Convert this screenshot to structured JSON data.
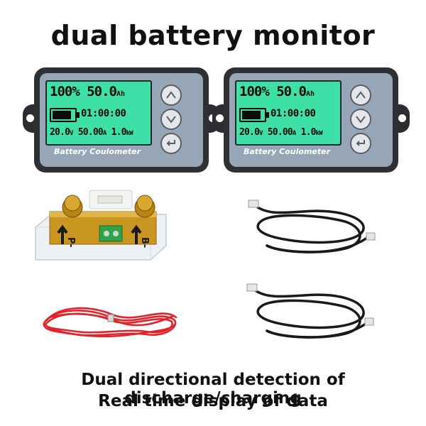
{
  "title": "dual battery monitor",
  "captions": {
    "line1": "Dual directional detection of discharge/charging",
    "line2": "Real time display of data"
  },
  "monitors": [
    {
      "percent": "100%",
      "capacity": "50.0",
      "capacity_unit": "Ah",
      "battery_level": 1.0,
      "time": "01:00:00",
      "voltage": "20.0",
      "voltage_unit": "V",
      "current": "50.00",
      "current_unit": "A",
      "power": "1.0",
      "power_unit": "kW",
      "label": "Battery Coulometer"
    },
    {
      "percent": "100%",
      "capacity": "50.0",
      "capacity_unit": "Ah",
      "battery_level": 1.0,
      "time": "01:00:00",
      "voltage": "20.0",
      "voltage_unit": "V",
      "current": "50.00",
      "current_unit": "A",
      "power": "1.0",
      "power_unit": "kW",
      "label": "Battery Coulometer"
    }
  ],
  "buttons": [
    "up-arrow-icon",
    "down-arrow-icon",
    "return-icon"
  ],
  "shunt": {
    "left_label": "P-",
    "right_label": "B-"
  },
  "colors": {
    "lcd": "#3fe0a8",
    "bezel": "#2e3034",
    "face": "#97a6b6",
    "red_cable": "#e0242c",
    "black_cable": "#1a1a1a",
    "brass": "#c9961f"
  }
}
